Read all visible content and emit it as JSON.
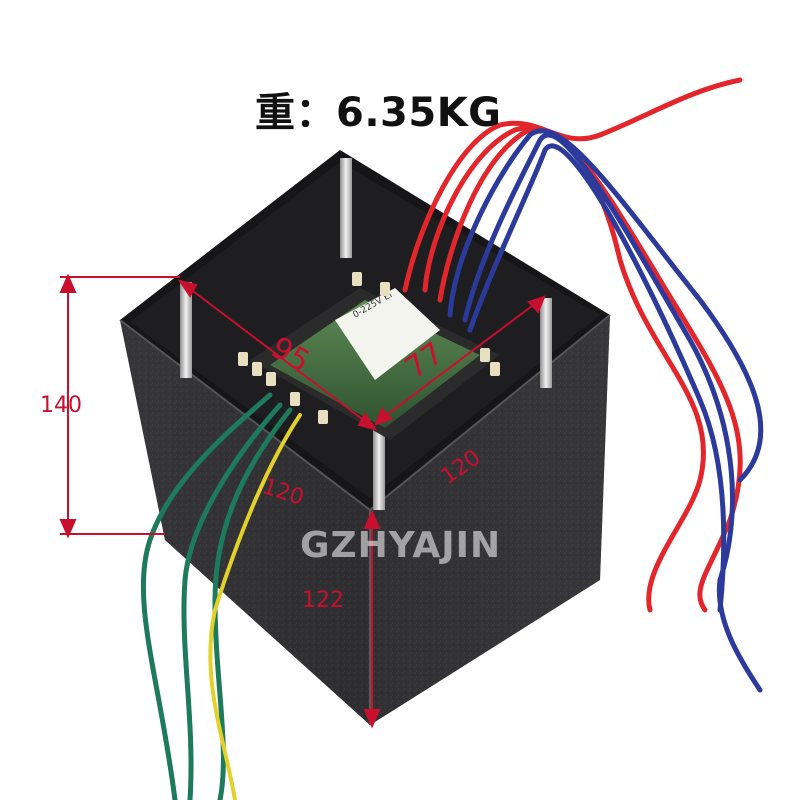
{
  "weight_label": "重：6.35KG",
  "watermark": "GZHYAJIN",
  "dimensions": {
    "height_left": "140",
    "height_front": "122",
    "width_left": "120",
    "width_right": "120",
    "core_width": "95",
    "core_depth": "77"
  },
  "colors": {
    "box": "#2e2e30",
    "box_top": "#1d1d1f",
    "dimension": "#c8102e",
    "wire_red": "#e3262b",
    "wire_blue": "#2c3a9c",
    "wire_green": "#1d7a5a",
    "wire_yellow": "#e2d12a",
    "core_green": "#3f6a3a"
  }
}
